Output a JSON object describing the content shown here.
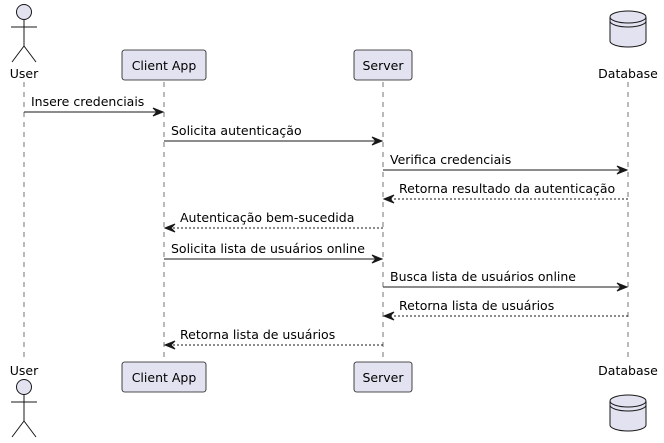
{
  "participants": [
    {
      "id": "user",
      "label": "User",
      "kind": "actor"
    },
    {
      "id": "client",
      "label": "Client App",
      "kind": "participant"
    },
    {
      "id": "server",
      "label": "Server",
      "kind": "participant"
    },
    {
      "id": "db",
      "label": "Database",
      "kind": "database"
    }
  ],
  "messages": [
    {
      "from": "user",
      "to": "client",
      "label": "Insere credenciais",
      "style": "solid"
    },
    {
      "from": "client",
      "to": "server",
      "label": "Solicita autenticação",
      "style": "solid"
    },
    {
      "from": "server",
      "to": "db",
      "label": "Verifica credenciais",
      "style": "solid"
    },
    {
      "from": "db",
      "to": "server",
      "label": "Retorna resultado da autenticação",
      "style": "dashed"
    },
    {
      "from": "server",
      "to": "client",
      "label": "Autenticação bem-sucedida",
      "style": "dashed"
    },
    {
      "from": "client",
      "to": "server",
      "label": "Solicita lista de usuários online",
      "style": "solid"
    },
    {
      "from": "server",
      "to": "db",
      "label": "Busca lista de usuários online",
      "style": "solid"
    },
    {
      "from": "db",
      "to": "server",
      "label": "Retorna lista de usuários",
      "style": "dashed"
    },
    {
      "from": "server",
      "to": "client",
      "label": "Retorna lista de usuários",
      "style": "dashed"
    }
  ],
  "colors": {
    "participant_fill": "#e2e2f0",
    "line": "#181818"
  }
}
